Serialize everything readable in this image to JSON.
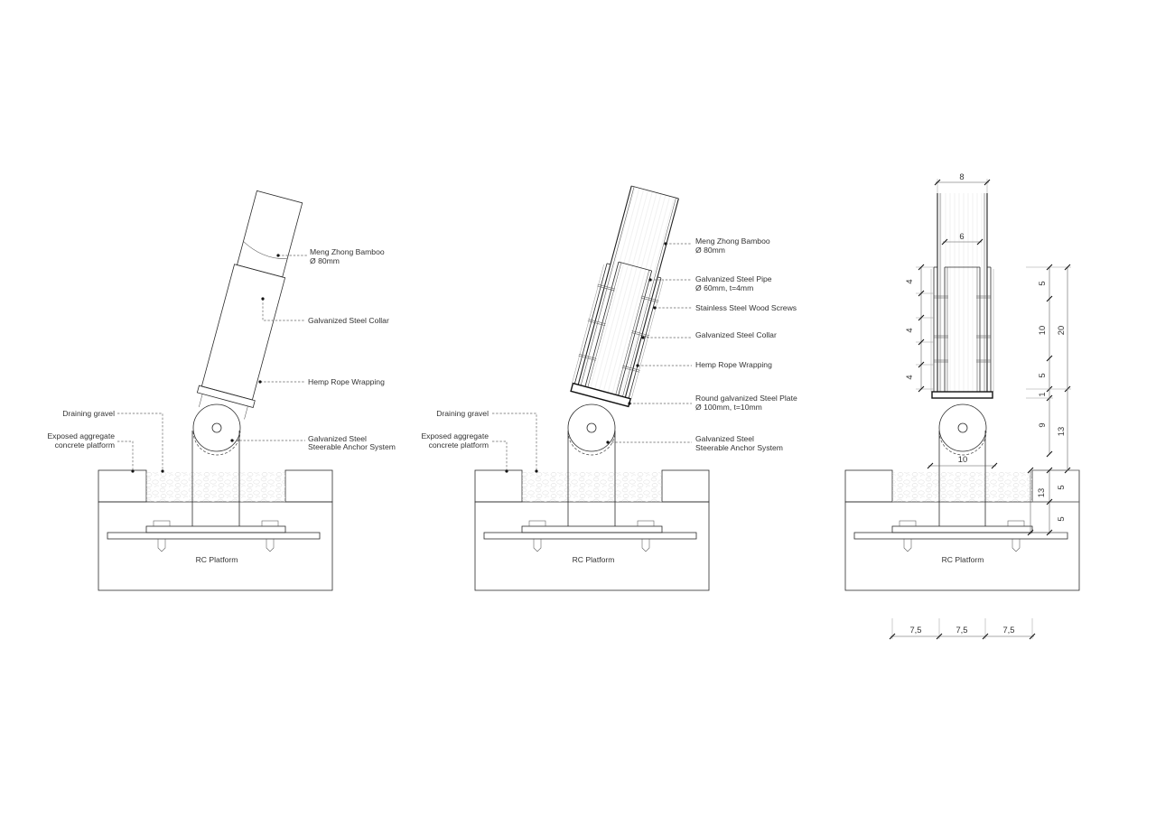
{
  "detail_1": {
    "labels": {
      "bamboo": "Meng Zhong Bamboo",
      "bamboo_dia": "Ø 80mm",
      "collar": "Galvanized Steel Collar",
      "rope": "Hemp Rope Wrapping",
      "gravel": "Draining gravel",
      "platform_1": "Exposed aggregate",
      "platform_2": "concrete platform",
      "anchor_1": "Galvanized Steel",
      "anchor_2": "Steerable Anchor System",
      "rc": "RC Platform"
    }
  },
  "detail_2": {
    "labels": {
      "bamboo": "Meng Zhong Bamboo",
      "bamboo_dia": "Ø 80mm",
      "pipe": "Galvanized Steel Pipe",
      "pipe_spec": "Ø 60mm, t=4mm",
      "screws": "Stainless Steel Wood Screws",
      "collar": "Galvanized Steel Collar",
      "rope": "Hemp Rope Wrapping",
      "plate": "Round galvanized Steel Plate",
      "plate_spec": "Ø 100mm, t=10mm",
      "gravel": "Draining gravel",
      "platform_1": "Exposed aggregate",
      "platform_2": "concrete platform",
      "anchor_1": "Galvanized Steel",
      "anchor_2": "Steerable Anchor System",
      "rc": "RC Platform"
    }
  },
  "detail_3": {
    "labels": {
      "rc": "RC Platform"
    },
    "dims": {
      "top_width": "8",
      "inner_width": "6",
      "left_4a": "4",
      "left_4b": "4",
      "left_4c": "4",
      "r_5a": "5",
      "r_10": "10",
      "r_5b": "5",
      "r_20": "20",
      "r_1": "1",
      "r_9": "9",
      "r_13a": "13",
      "hinge_10": "10",
      "r_13b": "13",
      "r_5c": "5",
      "r_5d": "5",
      "bottom_a": "7,5",
      "bottom_b": "7,5",
      "bottom_c": "7,5"
    }
  }
}
